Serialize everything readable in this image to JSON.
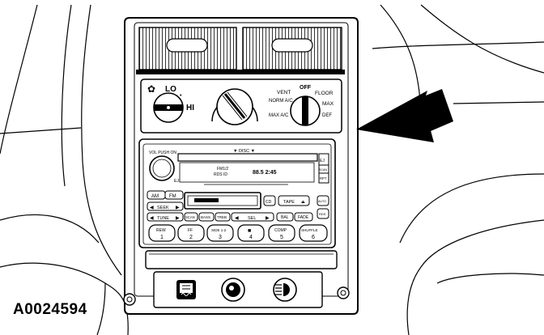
{
  "figure_id": "A0024594",
  "climate": {
    "fan_low": "LO",
    "fan_high": "HI",
    "mode_off": "OFF",
    "mode_vent": "VENT",
    "mode_floor": "FLOOR",
    "mode_norm_ac": "NORM A/C",
    "mode_max": "MAX",
    "mode_max_ac": "MAX A/C",
    "mode_defrost": "DEF"
  },
  "radio": {
    "vol_push_label": "VOL PUSH ON",
    "eject_label": "EJ",
    "disc_label": "▼ DISC ▼",
    "status_line1": "FM1/2",
    "status_line2": "RDS ID",
    "freq_text": "88.5 2:45",
    "side_top": "EJ",
    "side_mid": "SCAN",
    "side_bottom": "RPT",
    "btn_am": "AM",
    "btn_fm": "FM",
    "btn_seek": "SEEK",
    "btn_tune": "TUNE",
    "btn_scan": "SCAN",
    "btn_bass": "BASS",
    "btn_treb": "TREB",
    "btn_sel": "SEL",
    "btn_bal": "BAL",
    "btn_fade": "FADE",
    "btn_tape": "TAPE",
    "btn_cd": "CD",
    "btn_auto": "AUTO",
    "btn_rds": "RDS",
    "presets": [
      {
        "label": "REW",
        "num": "1"
      },
      {
        "label": "FF",
        "num": "2"
      },
      {
        "label": "SIDE 1-2",
        "num": "3"
      },
      {
        "label": "■",
        "num": "4"
      },
      {
        "label": "COMP",
        "num": "5"
      },
      {
        "label": "SHUFFLE",
        "num": "6"
      }
    ]
  }
}
